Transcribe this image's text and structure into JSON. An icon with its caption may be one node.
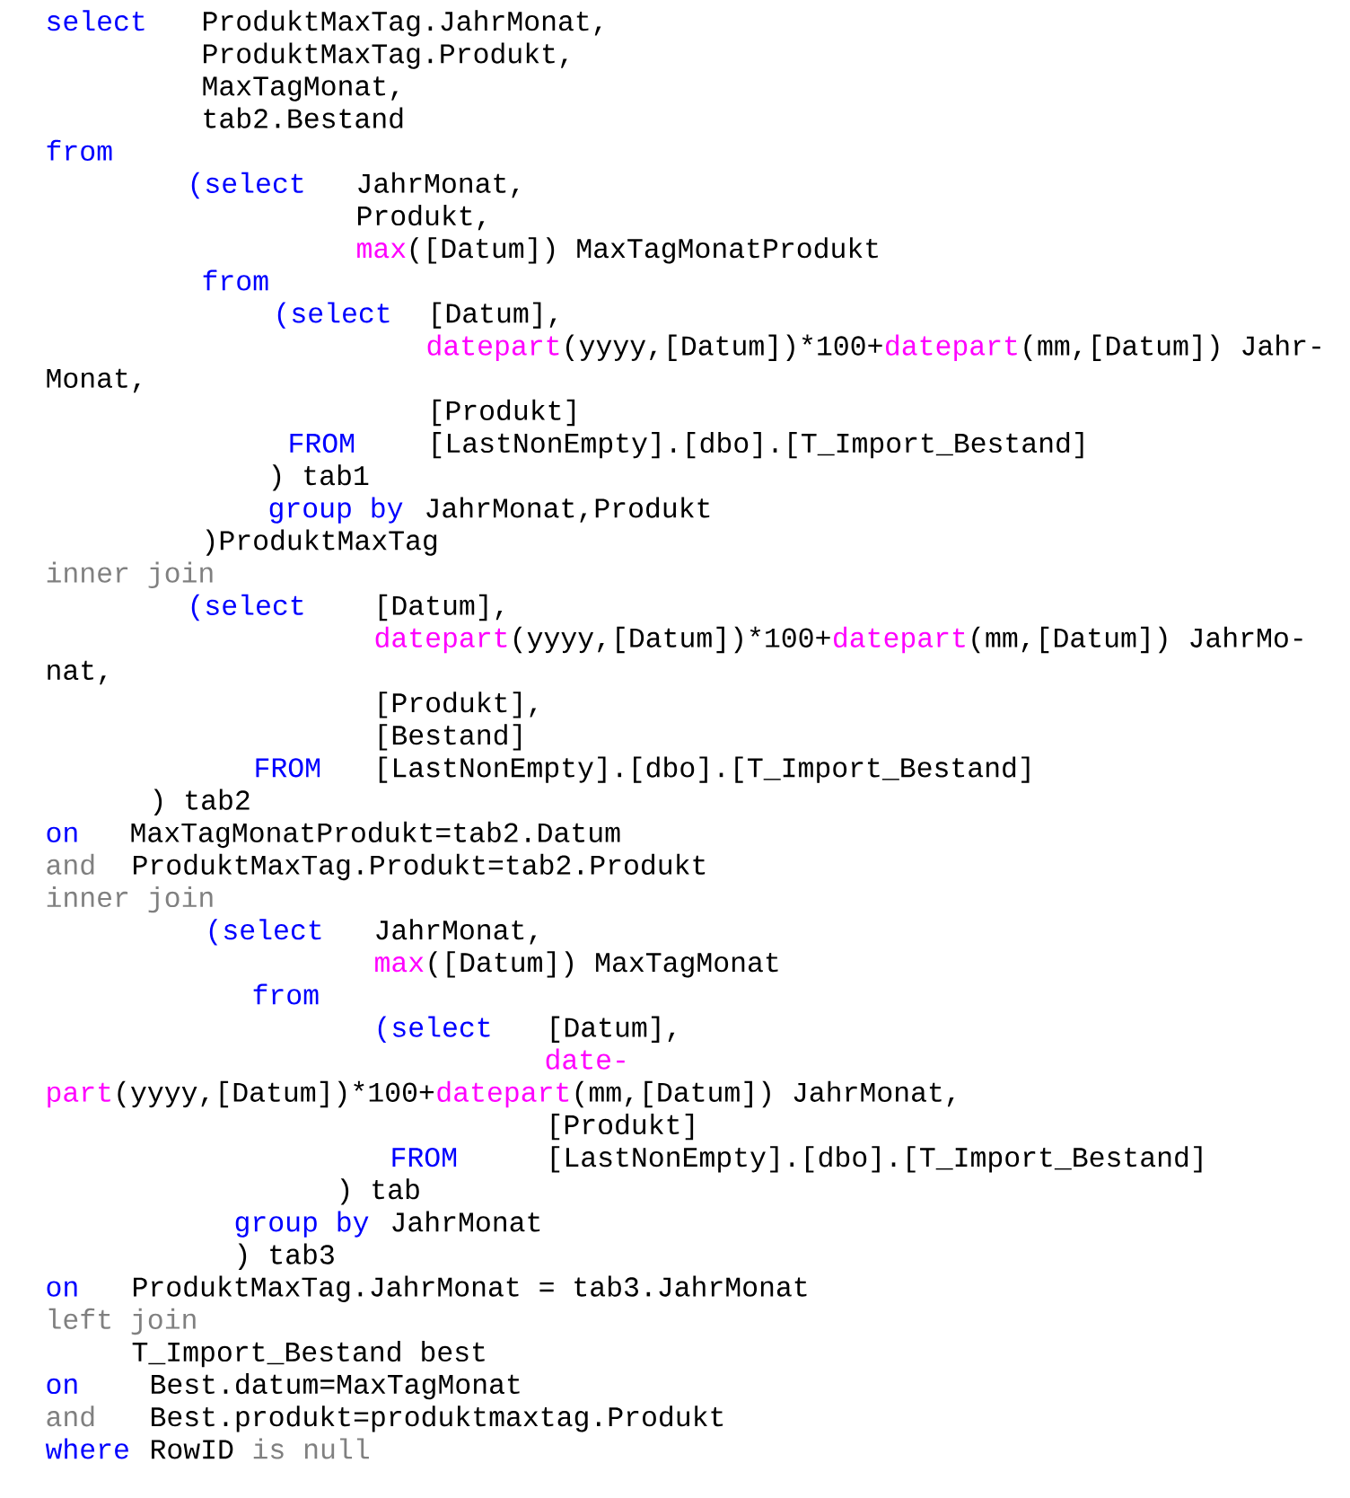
{
  "diagram": {
    "labels": [
      "select",
      "ProduktMaxTag.JahrMonat,",
      "ProduktMaxTag.Produkt,",
      "MaxTagMonat,",
      "tab2.Bestand",
      "from",
      "(select",
      "JahrMonat,",
      "Produkt,",
      "max",
      "([Datum]) MaxTagMonatProdukt",
      "from",
      "(select",
      "[Datum],",
      "datepart",
      "(yyyy,[Datum])*100+",
      "datepart",
      "(mm,[Datum]) Jahr-",
      "Monat,",
      "[Produkt]",
      "FROM",
      "[LastNonEmpty].[dbo].[T_Import_Bestand]",
      ") tab1",
      "group by",
      "JahrMonat,Produkt",
      ")ProduktMaxTag",
      "inner join",
      "(select",
      "[Datum],",
      "datepart",
      "(yyyy,[Datum])*100+",
      "datepart",
      "(mm,[Datum]) JahrMo-",
      "nat,",
      "[Produkt],",
      "[Bestand]",
      "FROM",
      "[LastNonEmpty].[dbo].[T_Import_Bestand]",
      ") tab2",
      "on",
      "MaxTagMonatProdukt=tab2.Datum",
      "and",
      "ProduktMaxTag.Produkt=tab2.Produkt",
      "inner join",
      "(select",
      "JahrMonat,",
      "max",
      "([Datum]) MaxTagMonat",
      "from",
      "(select",
      "[Datum],",
      "date-",
      "part",
      "(yyyy,[Datum])*100+",
      "datepart",
      "(mm,[Datum]) JahrMonat,",
      "[Produkt]",
      "FROM",
      "[LastNonEmpty].[dbo].[T_Import_Bestand]",
      ") tab",
      "group by",
      "JahrMonat",
      ") tab3",
      "on",
      "ProduktMaxTag.JahrMonat = tab3.JahrMonat",
      "left join",
      "T_Import_Bestand best",
      "on",
      "Best.datum=MaxTagMonat",
      "and",
      "Best.produkt=produktmaxtag.Produkt",
      "where",
      "RowID",
      "is null"
    ]
  }
}
